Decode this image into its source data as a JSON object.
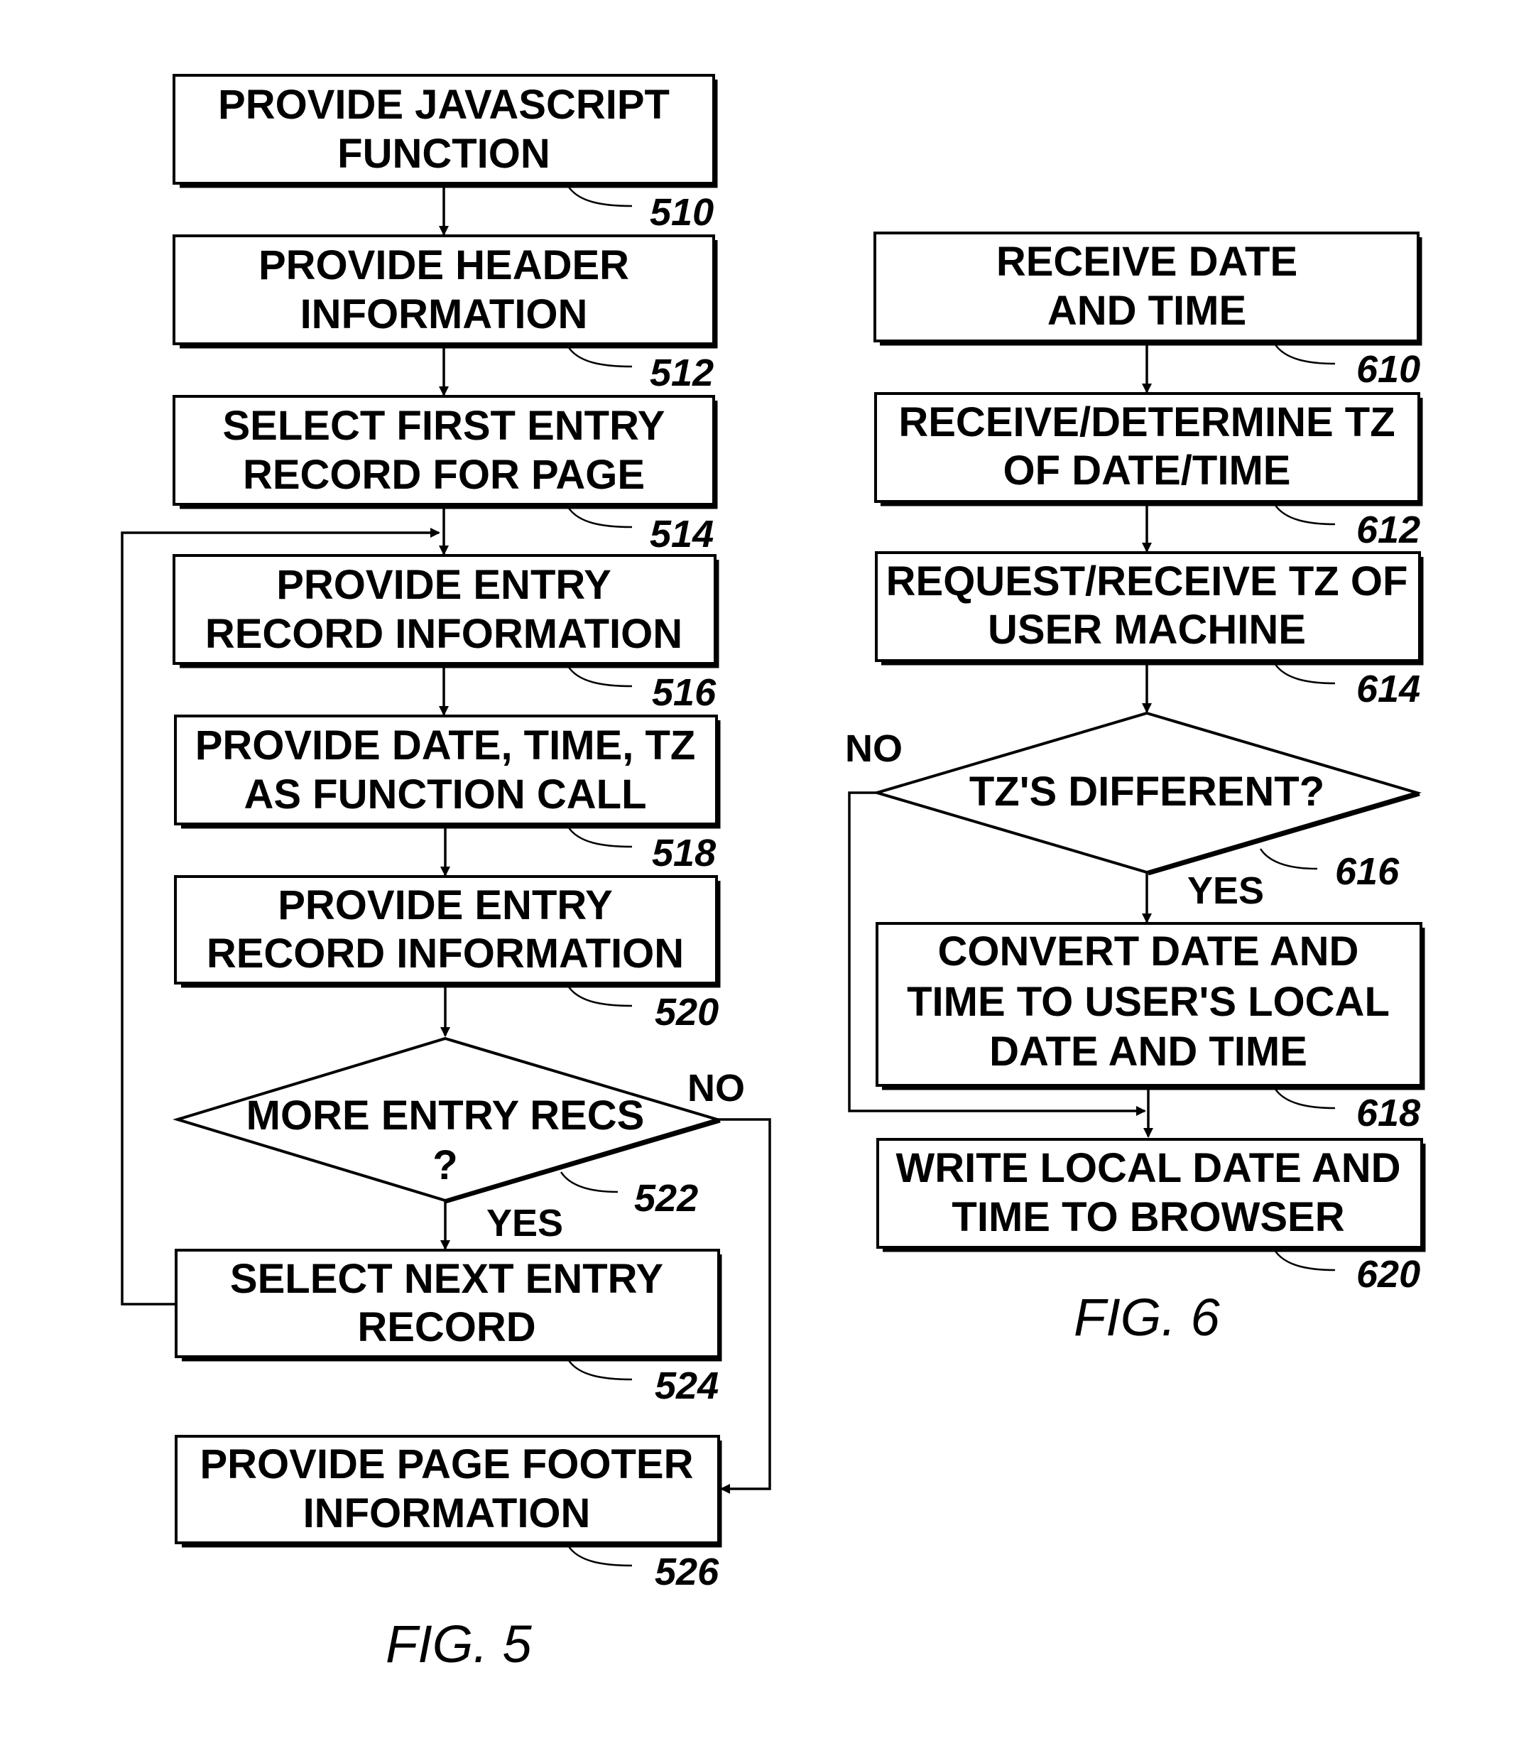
{
  "fig5": {
    "label": "FIG. 5",
    "steps": {
      "s510": {
        "line1": "PROVIDE JAVASCRIPT",
        "line2": "FUNCTION",
        "ref": "510"
      },
      "s512": {
        "line1": "PROVIDE HEADER",
        "line2": "INFORMATION",
        "ref": "512"
      },
      "s514": {
        "line1": "SELECT FIRST ENTRY",
        "line2": "RECORD FOR PAGE",
        "ref": "514"
      },
      "s516": {
        "line1": "PROVIDE ENTRY",
        "line2": "RECORD INFORMATION",
        "ref": "516"
      },
      "s518": {
        "line1": "PROVIDE DATE, TIME, TZ",
        "line2": "AS FUNCTION CALL",
        "ref": "518"
      },
      "s520": {
        "line1": "PROVIDE ENTRY",
        "line2": "RECORD INFORMATION",
        "ref": "520"
      },
      "s522": {
        "line1": "MORE ENTRY RECS",
        "line2": "?",
        "ref": "522",
        "no": "NO",
        "yes": "YES"
      },
      "s524": {
        "line1": "SELECT NEXT ENTRY",
        "line2": "RECORD",
        "ref": "524"
      },
      "s526": {
        "line1": "PROVIDE PAGE FOOTER",
        "line2": "INFORMATION",
        "ref": "526"
      }
    }
  },
  "fig6": {
    "label": "FIG. 6",
    "steps": {
      "s610": {
        "line1": "RECEIVE DATE",
        "line2": "AND TIME",
        "ref": "610"
      },
      "s612": {
        "line1": "RECEIVE/DETERMINE TZ",
        "line2": "OF DATE/TIME",
        "ref": "612"
      },
      "s614": {
        "line1": "REQUEST/RECEIVE TZ OF",
        "line2": "USER MACHINE",
        "ref": "614"
      },
      "s616": {
        "line1": "TZ'S DIFFERENT?",
        "ref": "616",
        "no": "NO",
        "yes": "YES"
      },
      "s618": {
        "line1": "CONVERT DATE AND",
        "line2": "TIME TO USER'S LOCAL",
        "line3": "DATE AND TIME",
        "ref": "618"
      },
      "s620": {
        "line1": "WRITE LOCAL DATE AND",
        "line2": "TIME TO BROWSER",
        "ref": "620"
      }
    }
  }
}
